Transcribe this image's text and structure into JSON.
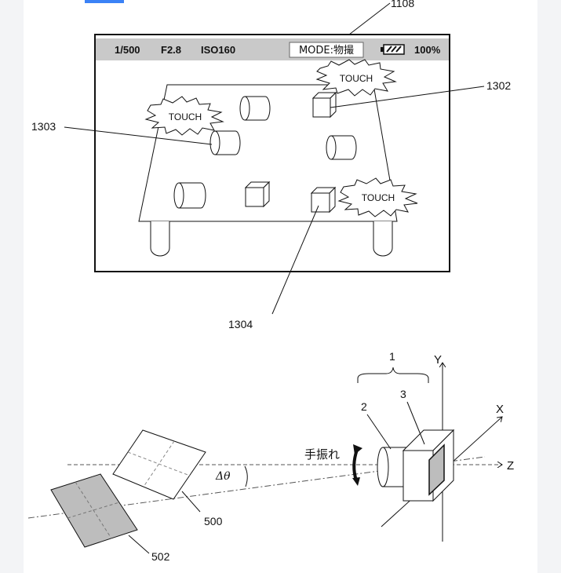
{
  "figure_top": {
    "ref_screen": "1108",
    "status_bar": {
      "shutter": "1/500",
      "aperture": "F2.8",
      "iso": "ISO160",
      "mode": "MODE:物撮",
      "battery": "100%"
    },
    "touch_label": "TOUCH",
    "ref_touch_cube": "1302",
    "ref_touch_cylinder": "1303",
    "ref_cube_bottom": "1304"
  },
  "figure_bottom": {
    "ref_group": "1",
    "ref_lens": "2",
    "ref_body": "3",
    "axis_x": "X",
    "axis_y": "Y",
    "axis_z": "Z",
    "shake_label": "手振れ",
    "angle_label": "Δθ",
    "ref_plane_front": "500",
    "ref_plane_back": "502"
  }
}
